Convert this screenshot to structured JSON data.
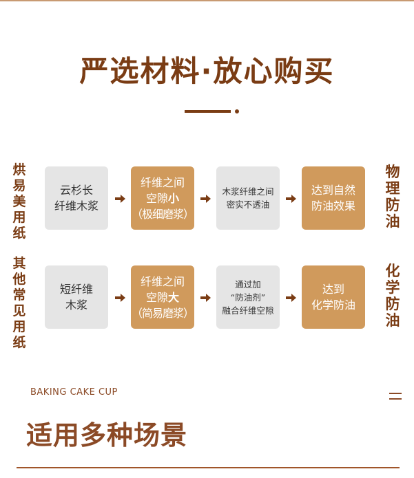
{
  "header": {
    "title": "严选材料·放心购买"
  },
  "rows": [
    {
      "left_label": "烘易美用纸",
      "right_label": "物理防油",
      "steps": [
        {
          "lines": [
            "云杉长",
            "纤维木浆"
          ]
        },
        {
          "lines": [
            "纤维之间",
            "空隙"
          ],
          "bold": "小",
          "paren": "（极细磨浆）"
        },
        {
          "lines": [
            "木浆纤维之间",
            "密实不透油"
          ]
        },
        {
          "lines": [
            "达到自然",
            "防油效果"
          ]
        }
      ]
    },
    {
      "left_label": "其他常见用纸",
      "right_label": "化学防油",
      "steps": [
        {
          "lines": [
            "短纤维",
            "木浆"
          ]
        },
        {
          "lines": [
            "纤维之间",
            "空隙"
          ],
          "bold": "大",
          "paren": "（简易磨浆）"
        },
        {
          "lines": [
            "通过加",
            "“防油剂”",
            "融合纤维空隙"
          ]
        },
        {
          "lines": [
            "达到",
            "化学防油"
          ]
        }
      ]
    }
  ],
  "section": {
    "subtitle": "BAKING CAKE CUP",
    "title": "适用多种场景"
  },
  "colors": {
    "brown": "#7a3c14",
    "tan": "#d09a5c",
    "grey": "#e5e5e5"
  }
}
